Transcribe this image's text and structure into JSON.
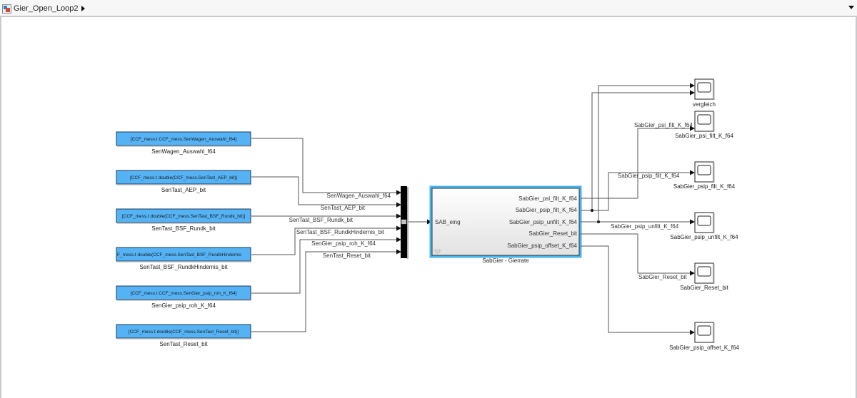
{
  "window": {
    "breadcrumb": "Gier_Open_Loop2",
    "model_icon": "simulink-model-icon",
    "breadcrumb_arrow_icon": "triangle-right-icon",
    "dropdown_icon": "triangle-down-icon"
  },
  "colors": {
    "from_block_fill": "#55b3f5",
    "subsystem_highlight": "#45b4f0",
    "wire": "#555555",
    "mux": "#000000"
  },
  "from_blocks": [
    {
      "text": "[CCF_mess.t CCF_mess.SenWagen_Auswahl_f64]",
      "name": "SenWagen_Auswahl_f64"
    },
    {
      "text": "[CCF_mess.t double(CCF_mess.SenTast_AEP_bit)]",
      "name": "SenTast_AEP_bit"
    },
    {
      "text": "[CCF_mess.t double(CCF_mess.SenTast_BSF_Rundk_bit)]",
      "name": "SenTast_BSF_Rundk_bit"
    },
    {
      "text": "F_mess.t double(CCF_mess.SenTast_BSF_RundkHindernis",
      "name": "SenTast_BSF_RundkHindernis_bit"
    },
    {
      "text": "[CCF_mess.t CCF_mess.SenGier_psip_roh_K_f64]",
      "name": "SenGier_psip_roh_K_f64"
    },
    {
      "text": "[CCF_mess.t double(CCF_mess.SenTast_Reset_bit)]",
      "name": "SenTast_Reset_bit"
    }
  ],
  "mux_signals": [
    "SenWagen_Auswahl_f64",
    "SenTast_AEP_bit",
    "SenTast_BSF_Rundk_bit",
    "SenTast_BSF_RundkHindernis_bit",
    "SenGier_psip_roh_K_f64",
    "SenTast_Reset_bit"
  ],
  "subsystem": {
    "name": "SabGier - Gierrate",
    "input_port": "SAB_eing",
    "output_ports": [
      "SabGier_psi_filt_K_f64",
      "SabGier_psip_filt_K_f64",
      "SabGier_psip_unfilt_K_f64",
      "SabGier_Reset_bit",
      "SabGier_psip_offset_K_f64"
    ],
    "link_icon": "library-link-icon"
  },
  "output_signal_labels": [
    "SabGier_psi_filt_K_f64",
    "SabGier_psip_filt_K_f64",
    "SabGier_psip_unfilt_K_f64",
    "SabGier_Reset_bit"
  ],
  "scopes": [
    {
      "name": "vergleich"
    },
    {
      "name": "SabGier_psi_filt_K_f64"
    },
    {
      "name": "SabGier_psip_filt_K_f64"
    },
    {
      "name": "SabGier_psip_unfilt_K_f64"
    },
    {
      "name": "SabGier_Reset_bit"
    },
    {
      "name": "SabGier_psip_offset_K_f64"
    }
  ]
}
